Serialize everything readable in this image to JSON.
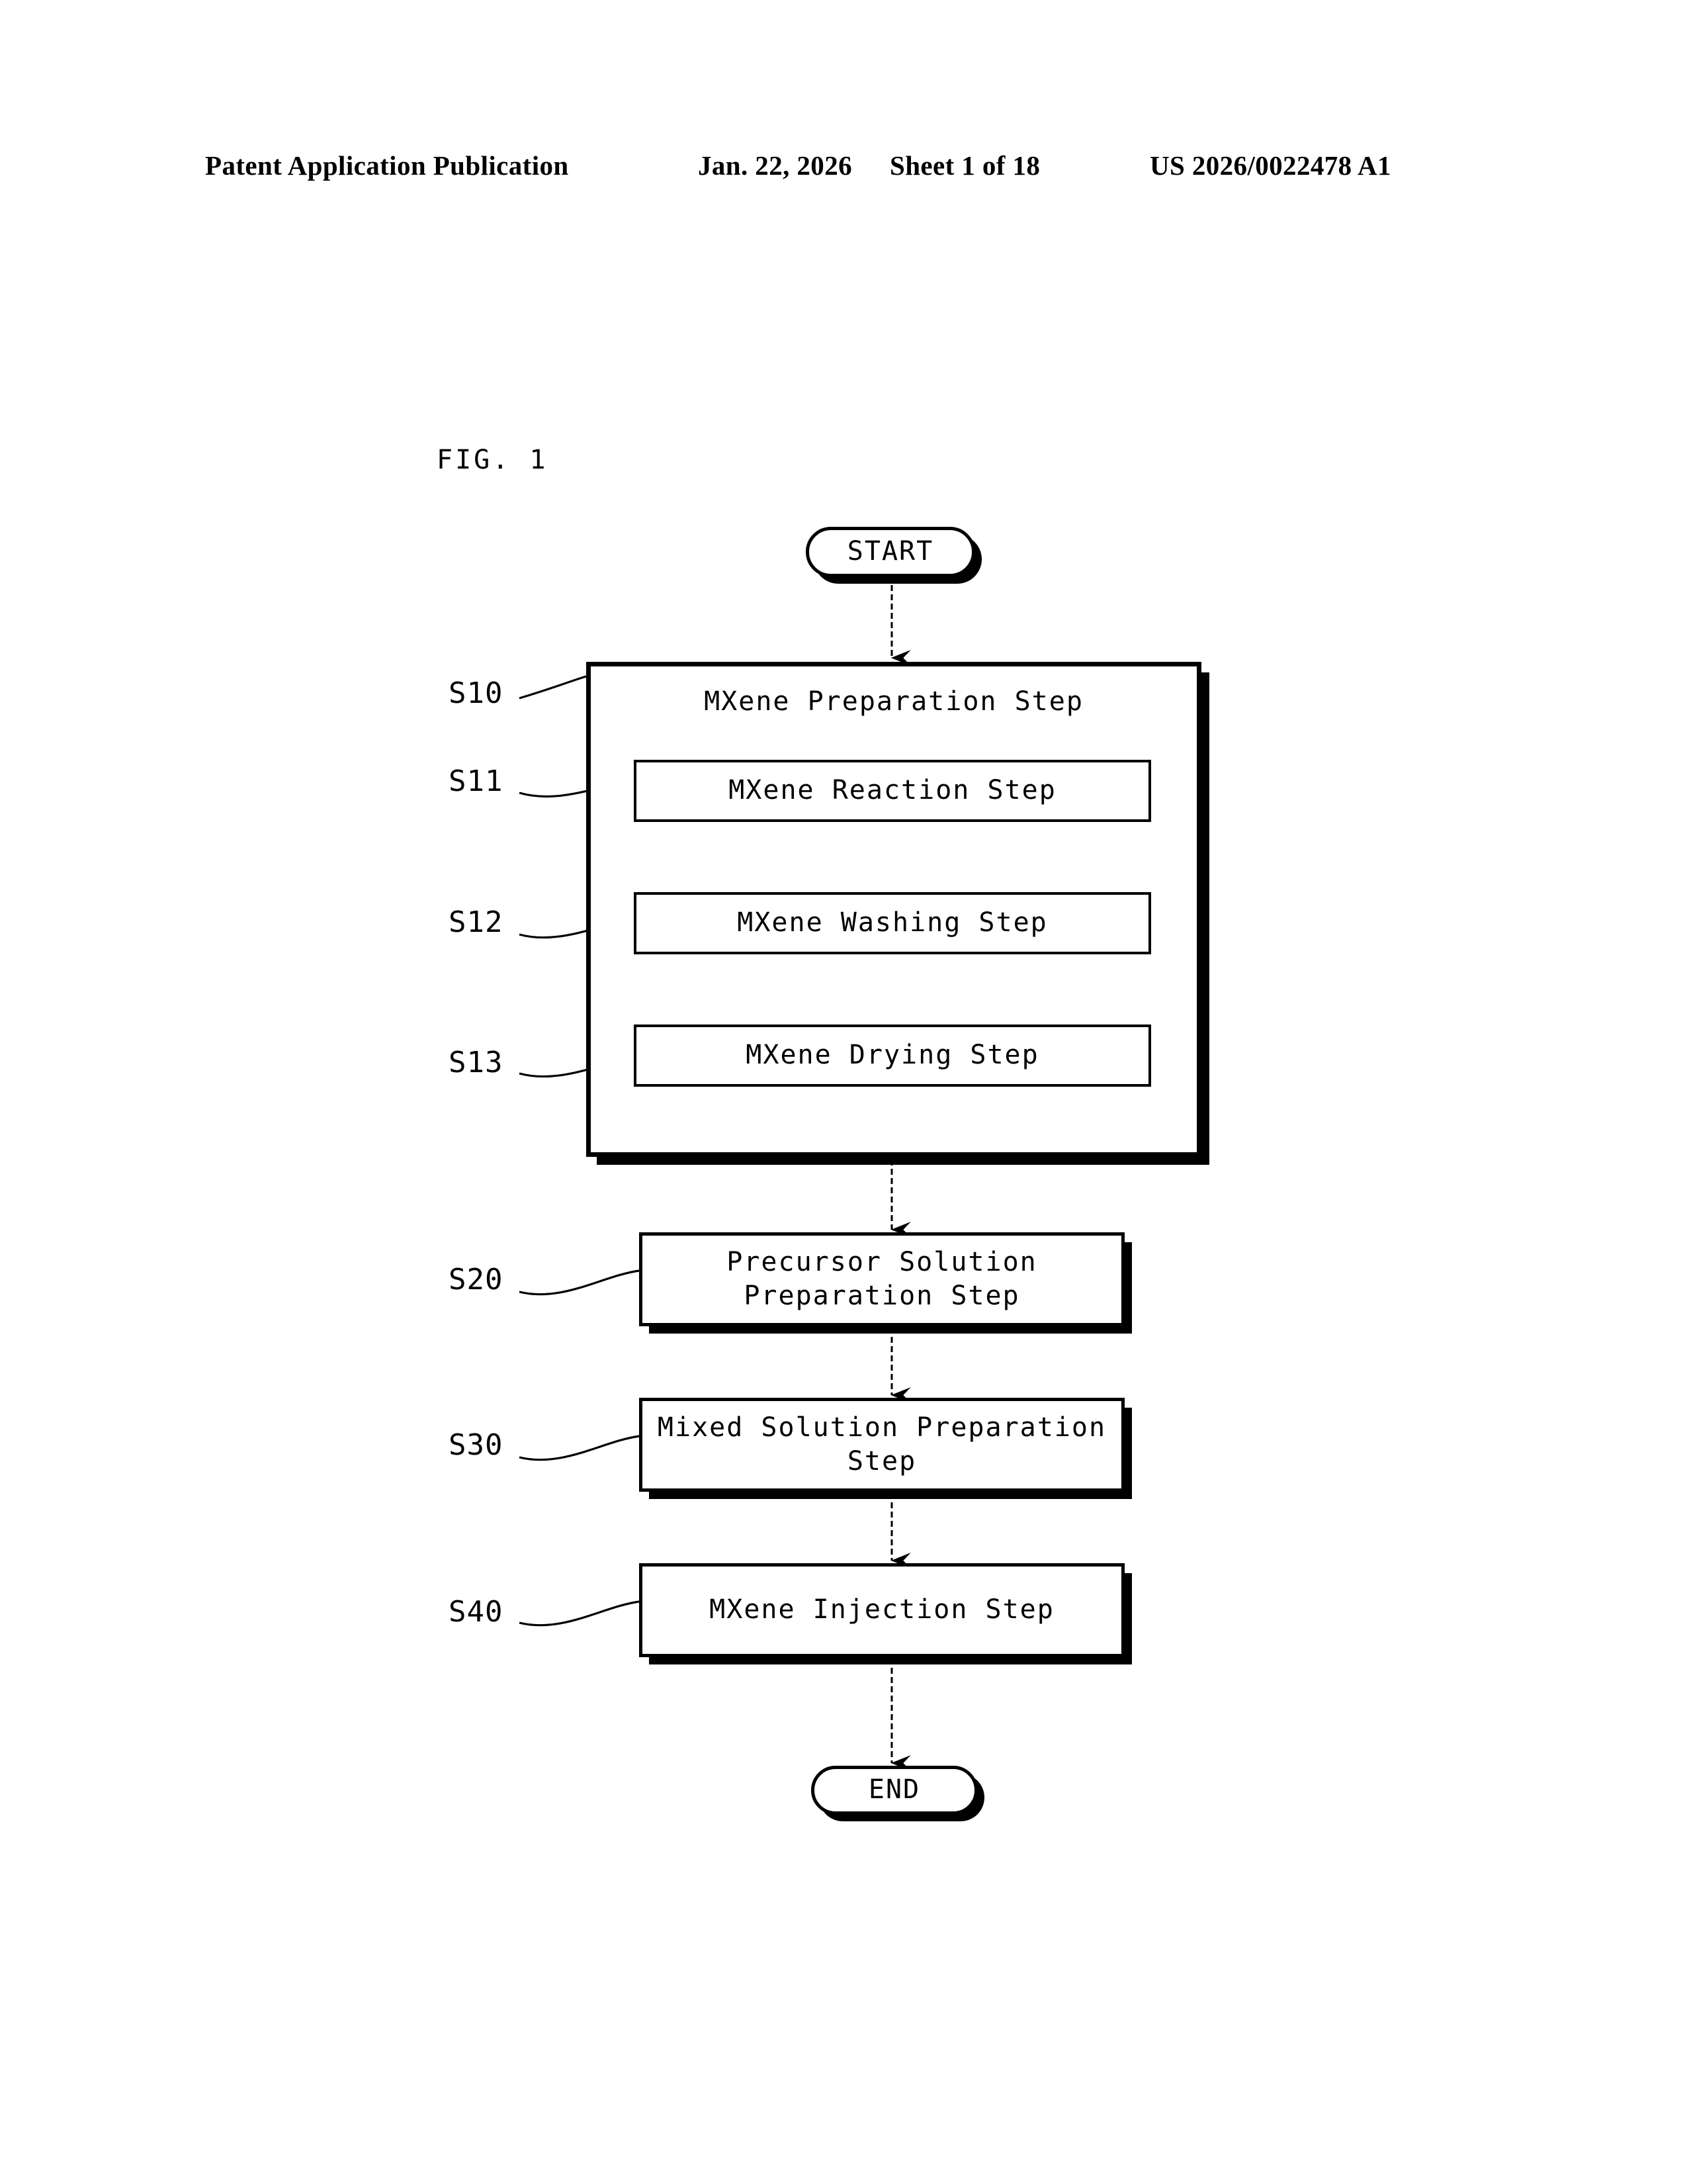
{
  "header": {
    "publication": "Patent Application Publication",
    "date": "Jan. 22, 2026",
    "sheet": "Sheet 1 of 18",
    "patent_number": "US 2026/0022478 A1"
  },
  "figure": {
    "label": "FIG. 1",
    "type": "flowchart",
    "terminators": {
      "start": "START",
      "end": "END"
    },
    "nodes": [
      {
        "ref": "S10",
        "label": "MXene Preparation Step",
        "kind": "group",
        "children": [
          {
            "ref": "S11",
            "label": "MXene Reaction Step",
            "kind": "step"
          },
          {
            "ref": "S12",
            "label": "MXene Washing Step",
            "kind": "step"
          },
          {
            "ref": "S13",
            "label": "MXene Drying Step",
            "kind": "step"
          }
        ]
      },
      {
        "ref": "S20",
        "label": "Precursor Solution\nPreparation Step",
        "kind": "process"
      },
      {
        "ref": "S30",
        "label": "Mixed Solution Preparation\nStep",
        "kind": "process"
      },
      {
        "ref": "S40",
        "label": "MXene Injection Step",
        "kind": "process"
      }
    ],
    "colors": {
      "ink": "#000000",
      "paper": "#ffffff"
    }
  }
}
